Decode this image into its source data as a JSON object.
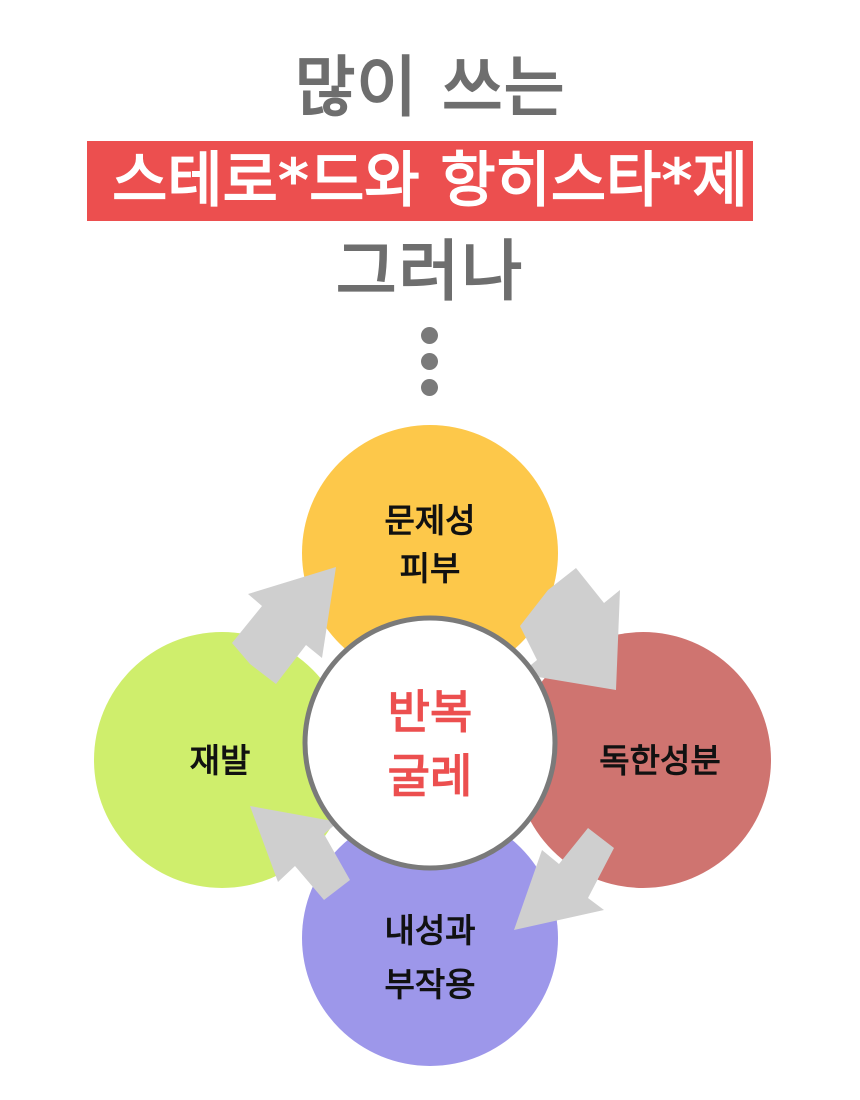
{
  "headline": {
    "line1": "많이 쓰는",
    "line2": "스테로*드와 항히스타*제",
    "line3": "그러나"
  },
  "colors": {
    "headline_gray": "#6e6e6e",
    "highlight_red": "#ec4f4f",
    "arrow_gray": "#cfcfcf",
    "center_border": "#7a7a7a"
  },
  "cycle": {
    "center": {
      "line1": "반복",
      "line2": "굴레"
    },
    "nodes": {
      "top": {
        "line1": "문제성",
        "line2": "피부",
        "color": "#fdc84a"
      },
      "right": {
        "line1": "독한성분",
        "color": "#cf7470"
      },
      "bottom": {
        "line1": "내성과",
        "line2": "부작용",
        "color": "#9d97ea"
      },
      "left": {
        "line1": "재발",
        "color": "#cfee6c"
      }
    }
  }
}
